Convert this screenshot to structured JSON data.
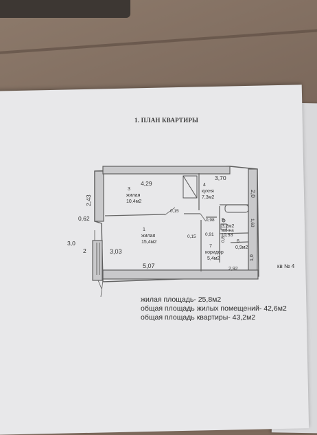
{
  "document": {
    "title": "1. ПЛАН КВАРТИРЫ",
    "apartment_label": "кв № 4"
  },
  "rooms": [
    {
      "number": "3",
      "type": "жилая",
      "area": "10,4м2"
    },
    {
      "number": "4",
      "type": "кухня",
      "area": "7,3м2"
    },
    {
      "number": "5",
      "type": "",
      "area": "3,2м2"
    },
    {
      "number": "1",
      "type": "жилая",
      "area": "15,4м2"
    },
    {
      "number": "6",
      "type": "",
      "area": "0,9м2"
    },
    {
      "number": "7",
      "type": "коридор",
      "area": "5,4м2"
    }
  ],
  "bath_label": "ванна",
  "dimensions": {
    "d429": "4,29",
    "d370": "3,70",
    "d20": "2,0",
    "d243": "2,43",
    "d062": "0,62",
    "d30": "3,0",
    "d2": "2",
    "d303": "3,03",
    "d507": "5,07",
    "d015a": "0,15",
    "d015b": "0,15",
    "d091": "0,91",
    "d098": "0,98",
    "d163": "1,63",
    "d1093": "10,93",
    "d08": "0,8",
    "d292": "2,92",
    "d10": "1,0"
  },
  "areas": {
    "living": "жилая площадь- 25,8м2",
    "total_living": "общая площадь жилых помещений- 42,6м2",
    "total": "общая площадь квартиры- 43,2м2"
  }
}
